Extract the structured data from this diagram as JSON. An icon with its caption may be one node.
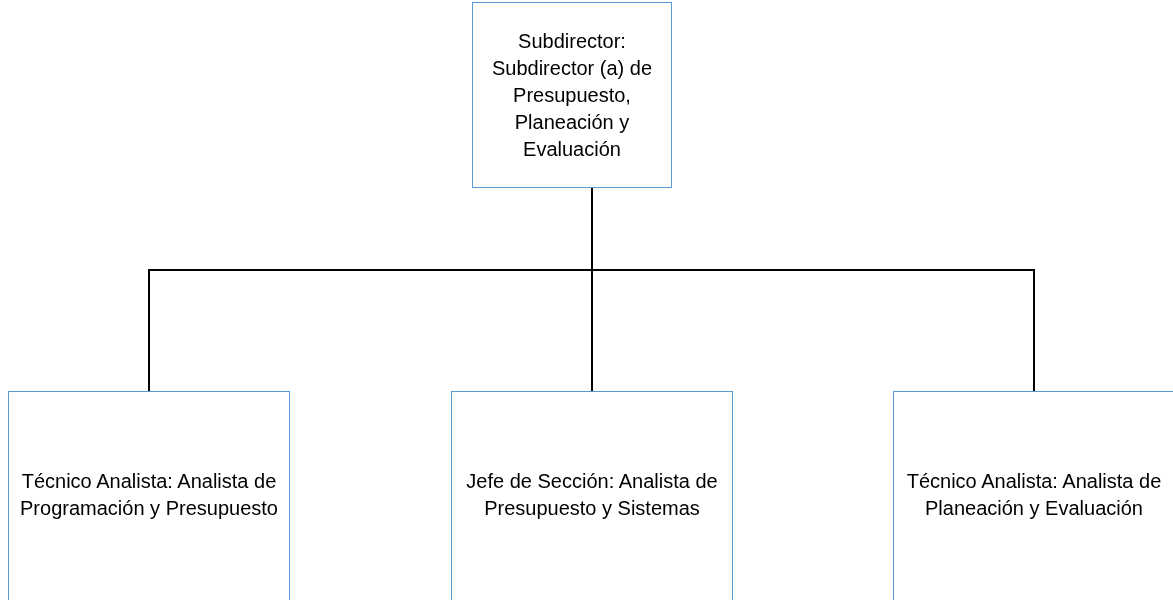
{
  "diagram": {
    "nodes": [
      {
        "text": [
          "Subdirector: Subdirector (a) de Presupuesto, Planeación y Evaluación"
        ]
      },
      {
        "text": [
          "Técnico Analista: Analista de Programación y Presupuesto"
        ]
      },
      {
        "text": [
          "Jefe de Sección: Analista de Presupuesto y Sistemas"
        ]
      },
      {
        "text": [
          "Técnico Analista: Analista de Planeación y Evaluación"
        ]
      }
    ],
    "edges": [
      {
        "from": 0,
        "to": 1,
        "arrow": "none"
      },
      {
        "from": 0,
        "to": 2,
        "arrow": "none"
      },
      {
        "from": 0,
        "to": 3,
        "arrow": "none"
      }
    ]
  }
}
